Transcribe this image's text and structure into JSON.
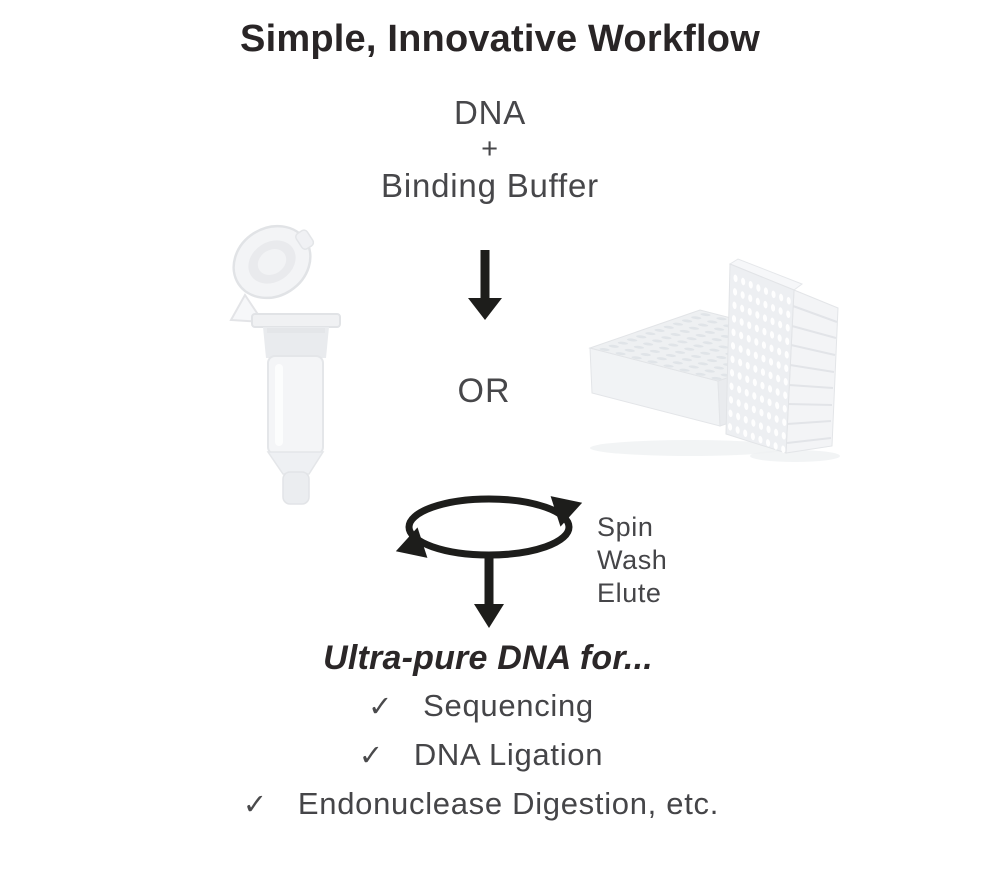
{
  "title": "Simple, Innovative Workflow",
  "mixture": {
    "component": "DNA",
    "plus": "+",
    "buffer": "Binding Buffer"
  },
  "or_label": "OR",
  "spin_steps": {
    "step1": "Spin",
    "step2": "Wash",
    "step3": "Elute"
  },
  "result_heading": "Ultra-pure DNA for...",
  "applications": [
    {
      "check": "✓",
      "label": "Sequencing"
    },
    {
      "check": "✓",
      "label": "DNA Ligation"
    },
    {
      "check": "✓",
      "label": "Endonuclease Digestion, etc."
    }
  ],
  "icons": {
    "flow_arrow": "down-arrow",
    "spin_cycle": "rotation-ellipse-arrows",
    "spin_column": "spin-column-tube",
    "well_plate": "96-well-plate",
    "check": "checkmark"
  },
  "colors": {
    "title_text": "#292526",
    "body_text": "#47474a",
    "arrow_black": "#1d1d1b",
    "product_fill": "#eef0f2",
    "product_stroke": "#e2e4e7"
  }
}
